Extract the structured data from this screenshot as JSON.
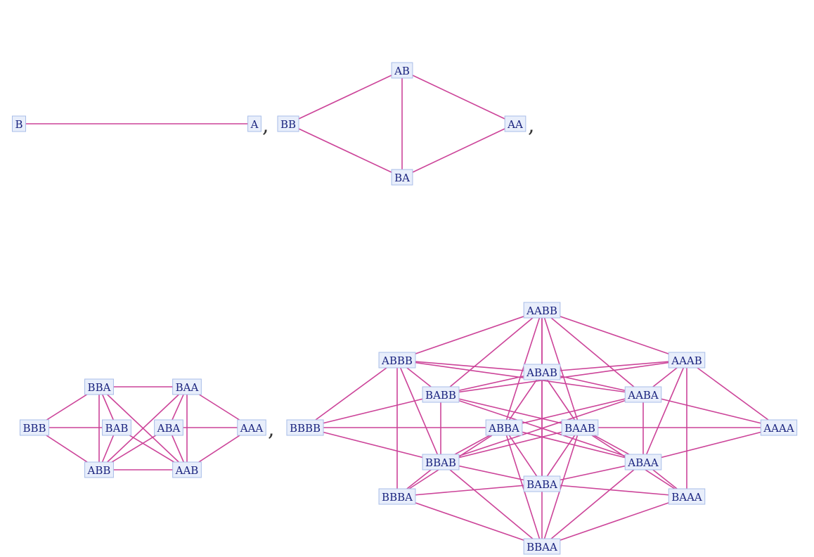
{
  "separator": ",",
  "graphs": [
    {
      "id": "g1",
      "nodes": [
        "B",
        "A"
      ],
      "edges": [
        [
          "B",
          "A"
        ]
      ]
    },
    {
      "id": "g2",
      "nodes": [
        "AB",
        "BB",
        "AA",
        "BA"
      ],
      "edges": [
        [
          "AB",
          "BB"
        ],
        [
          "AB",
          "AA"
        ],
        [
          "AB",
          "BA"
        ],
        [
          "BB",
          "BA"
        ],
        [
          "AA",
          "BA"
        ]
      ]
    },
    {
      "id": "g3",
      "nodes": [
        "BBA",
        "BAA",
        "BBB",
        "BAB",
        "ABA",
        "AAA",
        "ABB",
        "AAB"
      ],
      "edges": [
        [
          "BBA",
          "BAA"
        ],
        [
          "BBA",
          "BBB"
        ],
        [
          "BBA",
          "BAB"
        ],
        [
          "BBA",
          "ABB"
        ],
        [
          "BBA",
          "AAB"
        ],
        [
          "BAA",
          "AAA"
        ],
        [
          "BAA",
          "ABA"
        ],
        [
          "BAA",
          "ABB"
        ],
        [
          "BAA",
          "AAB"
        ],
        [
          "BBB",
          "BAB"
        ],
        [
          "BBB",
          "ABB"
        ],
        [
          "BAB",
          "ABB"
        ],
        [
          "BAB",
          "AAB"
        ],
        [
          "ABA",
          "AAA"
        ],
        [
          "ABA",
          "ABB"
        ],
        [
          "ABA",
          "AAB"
        ],
        [
          "AAA",
          "AAB"
        ],
        [
          "ABB",
          "AAB"
        ]
      ]
    },
    {
      "id": "g4",
      "nodes": [
        "AABB",
        "ABBB",
        "AAAB",
        "ABAB",
        "BABB",
        "AABA",
        "BBBB",
        "ABBA",
        "BAAB",
        "AAAA",
        "BBAB",
        "ABAA",
        "BABA",
        "BBBA",
        "BAAA",
        "BBAA"
      ],
      "edges": [
        [
          "AABB",
          "ABBB"
        ],
        [
          "AABB",
          "AAAB"
        ],
        [
          "AABB",
          "ABAB"
        ],
        [
          "AABB",
          "BABB"
        ],
        [
          "AABB",
          "AABA"
        ],
        [
          "AABB",
          "ABBA"
        ],
        [
          "AABB",
          "BAAB"
        ],
        [
          "AABB",
          "BABA"
        ],
        [
          "ABBB",
          "BBBB"
        ],
        [
          "ABBB",
          "BABB"
        ],
        [
          "ABBB",
          "ABAB"
        ],
        [
          "ABBB",
          "BBBA"
        ],
        [
          "ABBB",
          "BBAB"
        ],
        [
          "ABBB",
          "AABA"
        ],
        [
          "AAAB",
          "AAAA"
        ],
        [
          "AAAB",
          "AABA"
        ],
        [
          "AAAB",
          "ABAB"
        ],
        [
          "AAAB",
          "BAAA"
        ],
        [
          "AAAB",
          "ABAA"
        ],
        [
          "AAAB",
          "BABB"
        ],
        [
          "ABAB",
          "BABB"
        ],
        [
          "ABAB",
          "AABA"
        ],
        [
          "ABAB",
          "ABBA"
        ],
        [
          "ABAB",
          "BAAB"
        ],
        [
          "ABAB",
          "BABA"
        ],
        [
          "BABB",
          "BBBB"
        ],
        [
          "BABB",
          "BBAB"
        ],
        [
          "BABB",
          "BAAB"
        ],
        [
          "BABB",
          "ABAA"
        ],
        [
          "AABA",
          "AAAA"
        ],
        [
          "AABA",
          "ABAA"
        ],
        [
          "AABA",
          "ABBA"
        ],
        [
          "AABA",
          "BBAB"
        ],
        [
          "BBBB",
          "BBAB"
        ],
        [
          "BBBB",
          "ABBA"
        ],
        [
          "ABBA",
          "BBAB"
        ],
        [
          "ABBA",
          "BBBA"
        ],
        [
          "ABBA",
          "ABAA"
        ],
        [
          "ABBA",
          "BABA"
        ],
        [
          "ABBA",
          "BBAA"
        ],
        [
          "BAAB",
          "AAAA"
        ],
        [
          "BAAB",
          "BBAB"
        ],
        [
          "BAAB",
          "ABAA"
        ],
        [
          "BAAB",
          "BAAA"
        ],
        [
          "BAAB",
          "BABA"
        ],
        [
          "BAAB",
          "BBAA"
        ],
        [
          "AAAA",
          "ABAA"
        ],
        [
          "BBAB",
          "BABA"
        ],
        [
          "BBAB",
          "BBBA"
        ],
        [
          "BBAB",
          "BBAA"
        ],
        [
          "ABAA",
          "BABA"
        ],
        [
          "ABAA",
          "BAAA"
        ],
        [
          "ABAA",
          "BBAA"
        ],
        [
          "BABA",
          "BBBA"
        ],
        [
          "BABA",
          "BAAA"
        ],
        [
          "BABA",
          "BBAA"
        ],
        [
          "BBBA",
          "BBAA"
        ],
        [
          "BAAA",
          "BBAA"
        ]
      ]
    }
  ]
}
